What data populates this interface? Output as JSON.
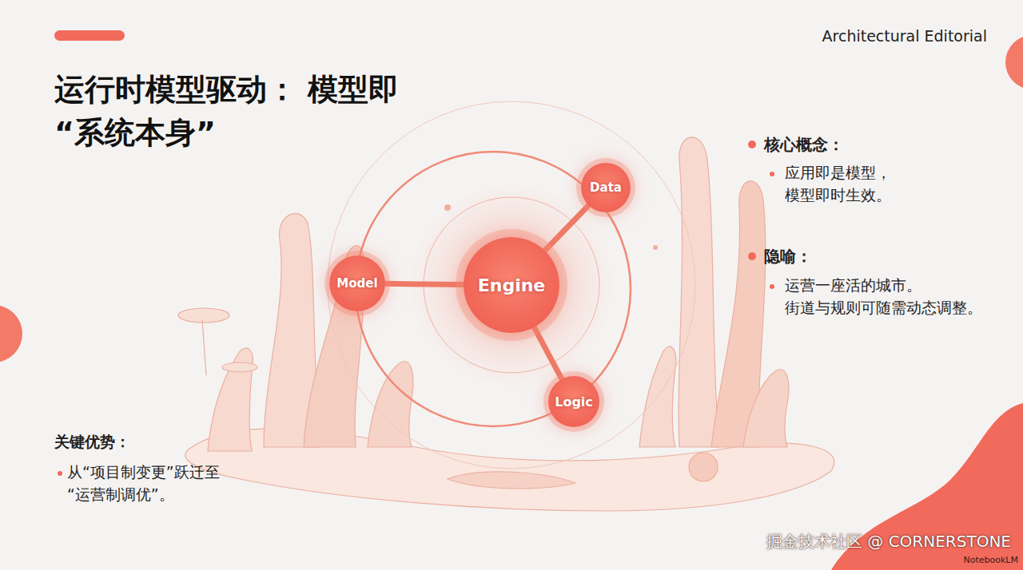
{
  "diagram": {
    "title": "运行时模型驱动： 模型即“系统本身”",
    "nodes": [
      {
        "text": [
          "Data"
        ]
      },
      {
        "text": [
          "Model"
        ]
      },
      {
        "text": [
          "Engine"
        ]
      },
      {
        "text": [
          "Logic"
        ]
      }
    ],
    "edges": [
      {
        "from": 2,
        "to": 0,
        "arrow": "none"
      },
      {
        "from": 2,
        "to": 1,
        "arrow": "none"
      },
      {
        "from": 2,
        "to": 3,
        "arrow": "none"
      }
    ],
    "labels": [
      "Architectural Editorial",
      "核心概念：",
      "应用即是模型， 模型即时生效。",
      "隐喻：",
      "运营一座活的城市。 街道与规则可随需动态调整。",
      "关键优势：",
      "从“项目制变更”跃迁至 “运营制调优”。",
      "掘金技术社区 @ CORNERSTONE",
      "NotebookLM"
    ]
  }
}
